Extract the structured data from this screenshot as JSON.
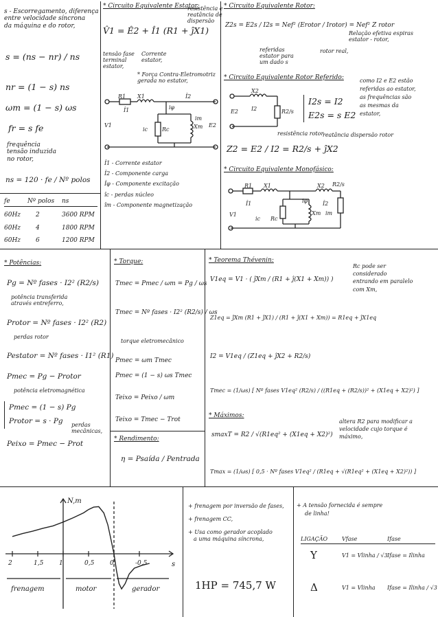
{
  "left_col": {
    "slip_def": [
      "s - Escorregamento, diferença",
      "entre velocidade síncrona",
      "da máquina e do rotor,"
    ],
    "eq1": "s = (ns − nr) / ns",
    "eq2": "nr = (1 − s) ns",
    "eq3": "ωm = (1 − s) ωs",
    "eq4": "fr = s fe",
    "fr_note": [
      "frequência",
      "tensão induzida",
      "no rotor,"
    ],
    "eq5": "ns = 120 · fe / Nº polos",
    "table": {
      "headers": [
        "fe",
        "Nº polos",
        "ns"
      ],
      "rows": [
        [
          "60Hz",
          "2",
          "3600 RPM"
        ],
        [
          "60Hz",
          "4",
          "1800 RPM"
        ],
        [
          "60Hz",
          "6",
          "1200 RPM"
        ]
      ]
    }
  },
  "stator": {
    "title": "* Circuito Equivalente Estator:",
    "eq": "V̂1 = Ê2 + Î1 (R1 + ĵX1)",
    "note_res": [
      "resistência e",
      "reatância de",
      "dispersão"
    ],
    "note_term": [
      "tensão fase",
      "terminal",
      "estator,"
    ],
    "note_curr": [
      "Corrente",
      "estator,"
    ],
    "note_fcem": [
      "* Força Contra-Eletromotriz",
      "gerada no estator,"
    ],
    "labels": {
      "R1": "R1",
      "X1": "X1",
      "I1": "Î1",
      "I2": "Î2",
      "V1": "V1",
      "ic": "ic",
      "Rc": "Rc",
      "iphi": "iφ",
      "im": "im",
      "Xm": "Xm",
      "E2": "E2"
    },
    "legend": [
      "Î1 - Corrente estator",
      "Î2 - Componente carga",
      "Îφ - Componente excitação",
      "îc - perdas núcleo",
      "îm - Componente magnetização"
    ]
  },
  "rotor": {
    "title": "* Circuito Equivalente Rotor:",
    "eq": "Z2s = E2s / I2s = Nef² (Erotor / Irotor) = Nef² Z rotor",
    "note_rel": [
      "Relação efetiva espiras",
      "estator - rotor,"
    ],
    "note_ref": [
      "referidas",
      "estator para",
      "um dado s"
    ],
    "note_real": "rotor real,",
    "ref_title": "* Circuito Equivalente Rotor Referido:",
    "x2": "X2",
    "i2": "I2",
    "r2s": "R2/s",
    "e2": "E2",
    "sys": [
      "I2s = I2",
      "E2s = s E2"
    ],
    "sys_note": [
      "como I2 e E2 estão",
      "referidas ao estator,",
      "as frequências são",
      "as mesmas da",
      "estator,"
    ],
    "res_note": "resistência rotor",
    "reat_note": "reatância dispersão rotor",
    "z2_eq": "Z2 = E2 / I2 = R2/s + ĵX2"
  },
  "mono": {
    "title": "* Circuito Equivalente Monofásico:",
    "labels": {
      "R1": "R1",
      "X1": "X1",
      "X2": "X2",
      "R2s": "R2/s",
      "I1": "Î1",
      "I2": "Î2",
      "V1": "V1",
      "ic": "ic",
      "Rc": "Rc",
      "iphi": "iφ",
      "Xm": "Xm",
      "im": "im"
    }
  },
  "potencias": {
    "title": "* Potências:",
    "pg": "Pg = Nº fases · I2² (R2/s)",
    "pg_note": [
      "potência transferida",
      "através entreferro,"
    ],
    "protor": "Protor = Nº fases · I2² (R2)",
    "protor_note": "perdas rotor",
    "pestator": "Pestator = Nº fases · I1² (R1)",
    "pmec": "Pmec = Pg − Protor",
    "pmec_note": "potência eletromagnética",
    "sys": [
      "Pmec = (1 − s) Pg",
      "Protor = s · Pg"
    ],
    "sys_note": [
      "perdas",
      "mecânicas,"
    ],
    "peixo": "Peixo = Pmec − Prot"
  },
  "torque": {
    "title": "* Torque:",
    "tmec": "Tmec = Pmec / ωm = Pg / ωs",
    "tmec2": "Tmec = Nº fases · I2² (R2/s) / ωs",
    "tmec2_note": "torque eletromecânico",
    "pmec_eq": "Pmec = ωm Tmec",
    "pmec_eq2": "Pmec = (1 − s) ωs Tmec",
    "teixo": "Teixo = Peixo / ωm",
    "teixo2": "Teixo = Tmec − Trot"
  },
  "rendimento": {
    "title": "* Rendimento:",
    "eq": "η = Psaída / Pentrada"
  },
  "thevenin": {
    "title": "* Teorema Thévenin:",
    "v1eq": "V1eq = V1 · ( ĵXm / (R1 + ĵ(X1 + Xm)) )",
    "rc_note": [
      "Rc pode ser",
      "considerado",
      "entrando em paralelo",
      "com Xm,"
    ],
    "z1eq": "Z1eq = ĵXm (R1 + ĵX1) / (R1 + ĵ(X1 + Xm)) = R1eq + ĵX1eq",
    "i2": "I2 = V1eq / (Z1eq + ĵX2 + R2/s)",
    "tmec": "Tmec = (1/ωs) [ Nº fases V1eq² (R2/s) / ((R1eq + (R2/s))² + (X1eq + X2)²) ]"
  },
  "maximos": {
    "title": "* Máximos:",
    "smax": "smaxT = R2 / √(R1eq² + (X1eq + X2)²)",
    "smax_note": [
      "altera R2 para modificar a",
      "velocidade cujo torque é",
      "máximo,"
    ],
    "tmax": "Tmax = (1/ωs) [ 0,5 · Nº fases V1eq² / (R1eq + √(R1eq² + (X1eq + X2)²)) ]"
  },
  "graph": {
    "ylabel": "N,m",
    "xlabel": "s",
    "ticks": [
      "2",
      "1,5",
      "1",
      "0,5",
      "0",
      "-0,5"
    ],
    "regions": [
      "frenagem",
      "motor",
      "gerador"
    ],
    "curve": [
      [
        2,
        0.36
      ],
      [
        1.8,
        0.42
      ],
      [
        1.6,
        0.47
      ],
      [
        1.4,
        0.53
      ],
      [
        1.2,
        0.58
      ],
      [
        1.0,
        0.66
      ],
      [
        0.8,
        0.75
      ],
      [
        0.6,
        0.85
      ],
      [
        0.5,
        0.92
      ],
      [
        0.4,
        0.97
      ],
      [
        0.3,
        0.98
      ],
      [
        0.2,
        0.85
      ],
      [
        0.12,
        0.6
      ],
      [
        0.06,
        0.3
      ],
      [
        0.0,
        0.0
      ],
      [
        -0.05,
        -0.35
      ],
      [
        -0.1,
        -0.62
      ],
      [
        -0.15,
        -0.73
      ],
      [
        -0.22,
        -0.62
      ],
      [
        -0.3,
        -0.42
      ],
      [
        -0.4,
        -0.3
      ],
      [
        -0.55,
        -0.24
      ],
      [
        -0.7,
        -0.2
      ]
    ]
  },
  "frenagem": {
    "items": [
      "+ frenagem por inversão de fases,",
      "+ frenagem CC,",
      "+ Usa como gerador acoplado",
      "a uma máquina síncrona,"
    ],
    "hp": "1HP = 745,7 W"
  },
  "ligacao": {
    "intro": [
      "+ A tensão fornecida é sempre",
      "de linha!"
    ],
    "headers": [
      "LIGAÇÃO",
      "Vfase",
      "Ifase"
    ],
    "rows": [
      {
        "sym": "Y",
        "v": "V1 = Vlinha / √3",
        "i": "Ifase = Ilinha"
      },
      {
        "sym": "Δ",
        "v": "V1 = Vlinha",
        "i": "Ifase = Ilinha / √3"
      }
    ]
  }
}
